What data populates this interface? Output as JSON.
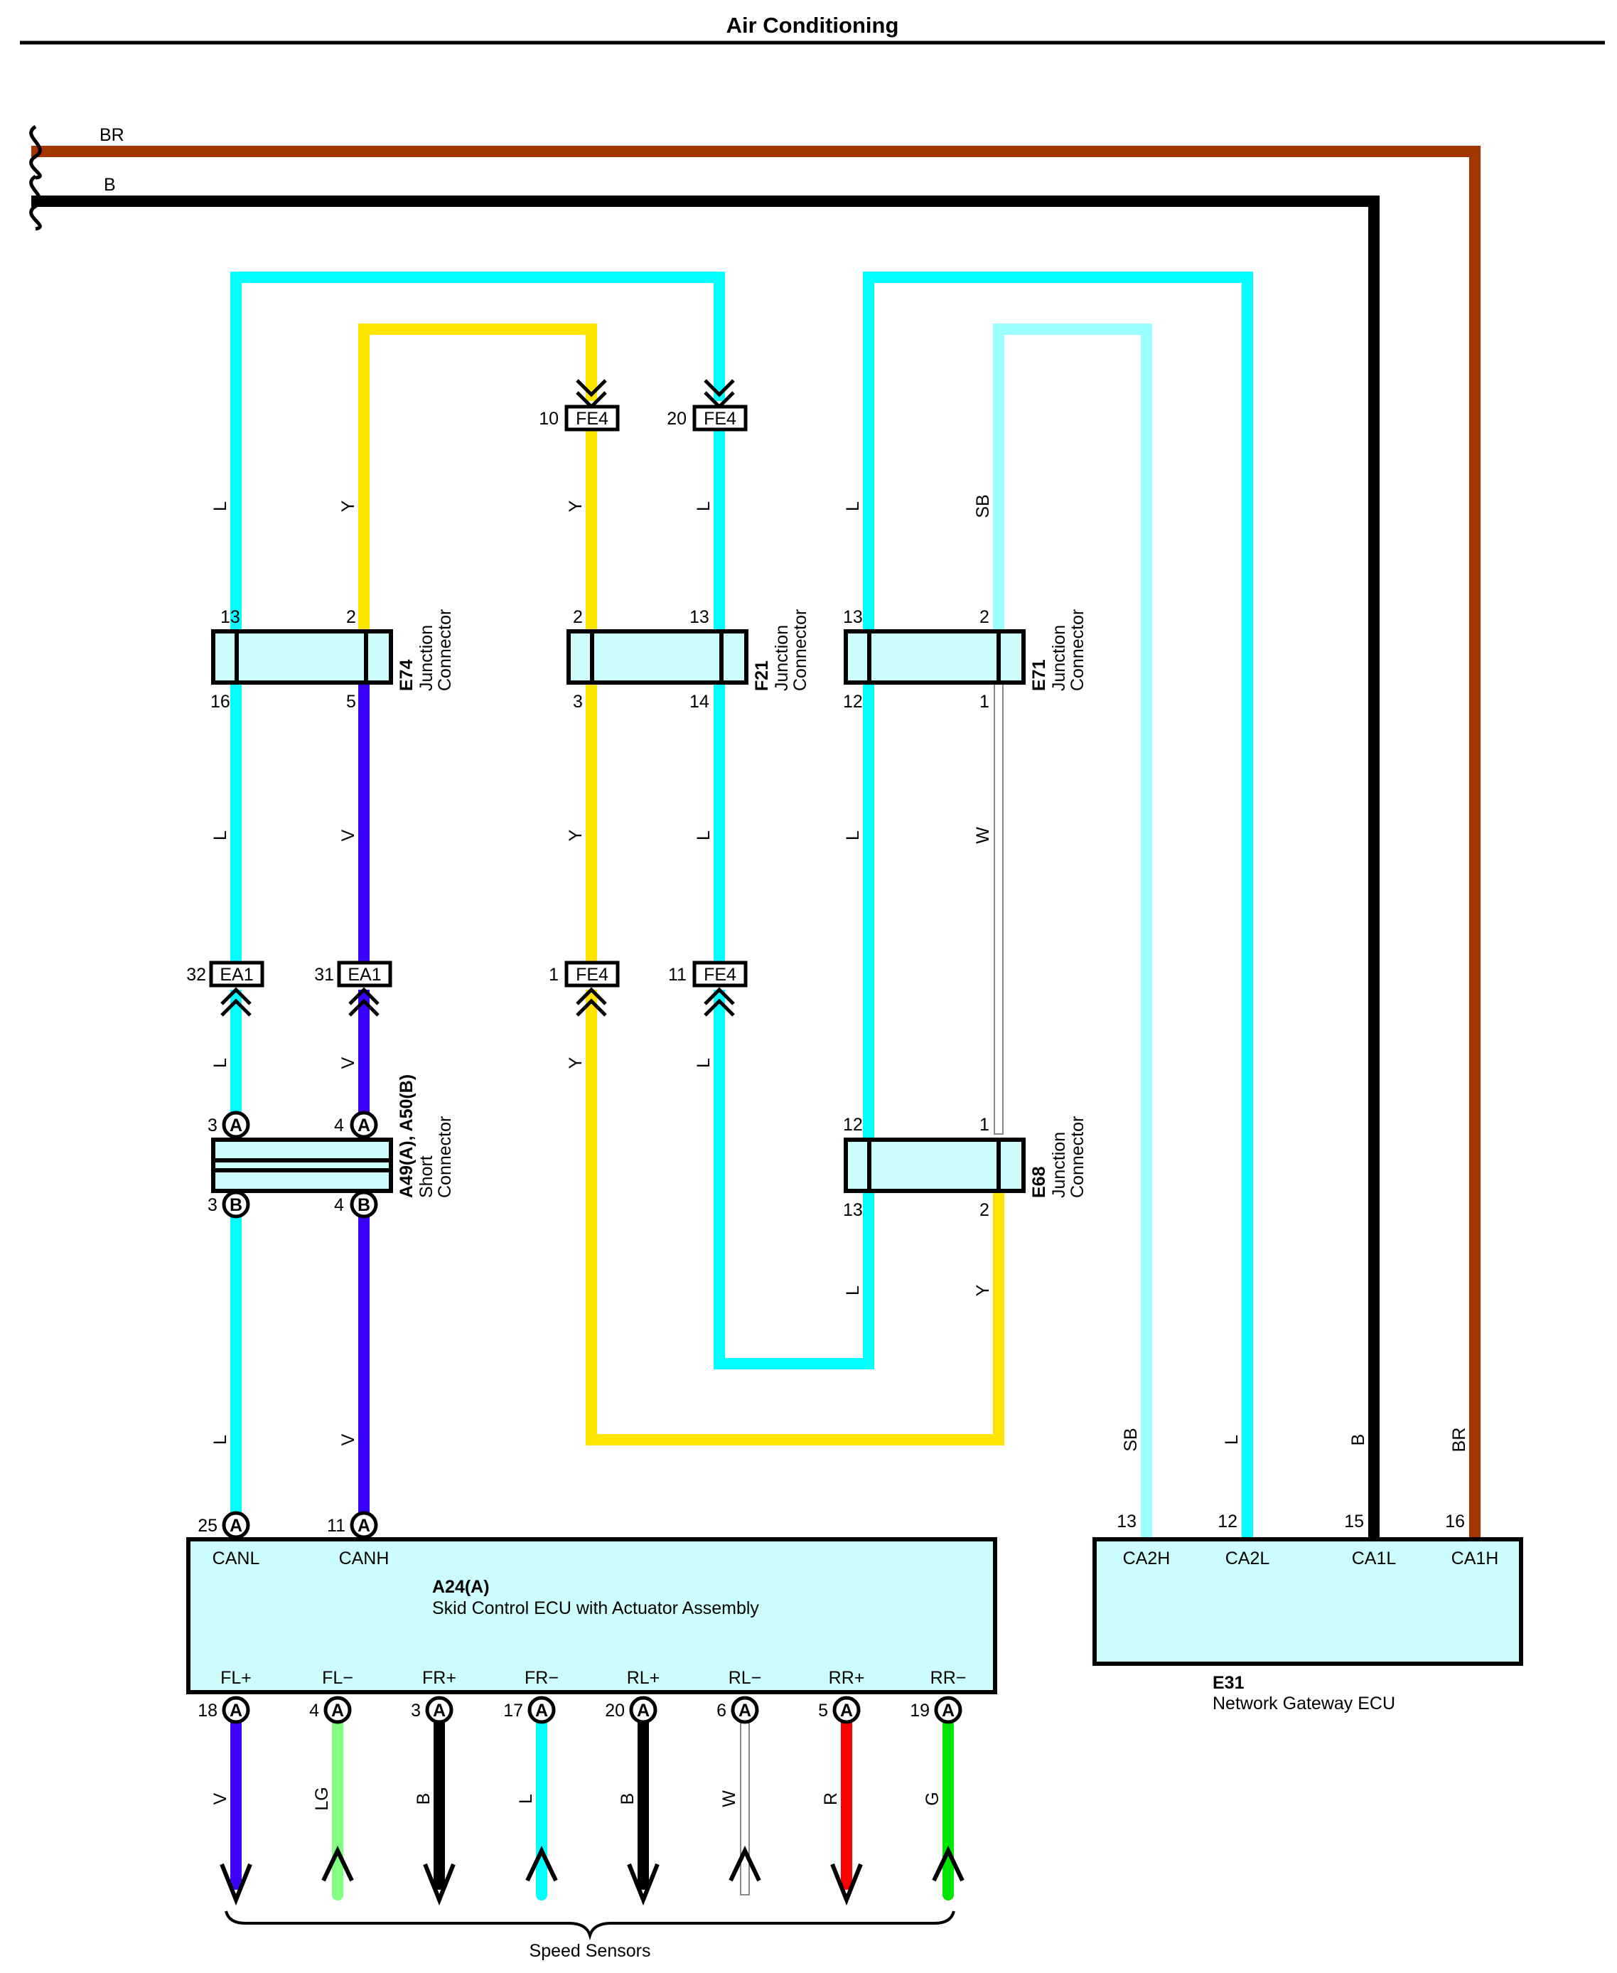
{
  "header": {
    "title": "Air Conditioning"
  },
  "colors": {
    "L": "#00ffff",
    "Y": "#ffe400",
    "V": "#3c00ff",
    "SB": "#99ffff",
    "W": "#ffffff",
    "BR": "#a33600",
    "B": "#000000",
    "LG": "#80ff80",
    "R": "#ff0000",
    "G": "#00e600",
    "component_fill": "#cdfcfc"
  },
  "supply": {
    "br": "BR",
    "b": "B"
  },
  "junctions": {
    "e74": {
      "code": "E74",
      "type": "Junction\nConnector",
      "pins": [
        "13",
        "2",
        "16",
        "5"
      ]
    },
    "f21": {
      "code": "F21",
      "type": "Junction\nConnector",
      "pins": [
        "2",
        "13",
        "3",
        "14"
      ]
    },
    "e71": {
      "code": "E71",
      "type": "Junction\nConnector",
      "pins": [
        "13",
        "2",
        "12",
        "1"
      ]
    },
    "e68": {
      "code": "E68",
      "type": "Junction\nConnector",
      "pins": [
        "12",
        "1",
        "13",
        "2"
      ]
    },
    "a49": {
      "code": "A49(A), A50(B)",
      "type": "Short\nConnector",
      "pins": [
        "3",
        "4",
        "3",
        "4"
      ],
      "letters": [
        "A",
        "A",
        "B",
        "B"
      ]
    }
  },
  "connectors": {
    "fe4_10": {
      "pin": "10",
      "name": "FE4"
    },
    "fe4_20": {
      "pin": "20",
      "name": "FE4"
    },
    "ea1_32": {
      "pin": "32",
      "name": "EA1"
    },
    "ea1_31": {
      "pin": "31",
      "name": "EA1"
    },
    "fe4_1": {
      "pin": "1",
      "name": "FE4"
    },
    "fe4_11": {
      "pin": "11",
      "name": "FE4"
    }
  },
  "wire_labels": {
    "c1": [
      "L",
      "L",
      "L",
      "L"
    ],
    "c2": [
      "Y",
      "V",
      "V",
      "V"
    ],
    "c3": [
      "Y",
      "Y",
      "Y"
    ],
    "c4": [
      "L",
      "L",
      "L"
    ],
    "c5": [
      "L",
      "L",
      "L"
    ],
    "c6": [
      "SB",
      "W",
      "Y"
    ],
    "gw": [
      "SB",
      "L",
      "B",
      "BR"
    ]
  },
  "skid_ecu": {
    "code": "A24(A)",
    "name": "Skid Control ECU with Actuator Assembly",
    "top_pins": [
      {
        "num": "25",
        "letter": "A",
        "signal": "CANL"
      },
      {
        "num": "11",
        "letter": "A",
        "signal": "CANH"
      }
    ],
    "bottom_pins": [
      {
        "num": "18",
        "letter": "A",
        "signal": "FL+",
        "wire": "V"
      },
      {
        "num": "4",
        "letter": "A",
        "signal": "FL−",
        "wire": "LG"
      },
      {
        "num": "3",
        "letter": "A",
        "signal": "FR+",
        "wire": "B"
      },
      {
        "num": "17",
        "letter": "A",
        "signal": "FR−",
        "wire": "L"
      },
      {
        "num": "20",
        "letter": "A",
        "signal": "RL+",
        "wire": "B"
      },
      {
        "num": "6",
        "letter": "A",
        "signal": "RL−",
        "wire": "W"
      },
      {
        "num": "5",
        "letter": "A",
        "signal": "RR+",
        "wire": "R"
      },
      {
        "num": "19",
        "letter": "A",
        "signal": "RR−",
        "wire": "G"
      }
    ]
  },
  "gateway_ecu": {
    "code": "E31",
    "name": "Network Gateway ECU",
    "pins": [
      {
        "num": "13",
        "signal": "CA2H"
      },
      {
        "num": "12",
        "signal": "CA2L"
      },
      {
        "num": "15",
        "signal": "CA1L"
      },
      {
        "num": "16",
        "signal": "CA1H"
      }
    ]
  },
  "footer": {
    "speed_sensors": "Speed Sensors"
  }
}
